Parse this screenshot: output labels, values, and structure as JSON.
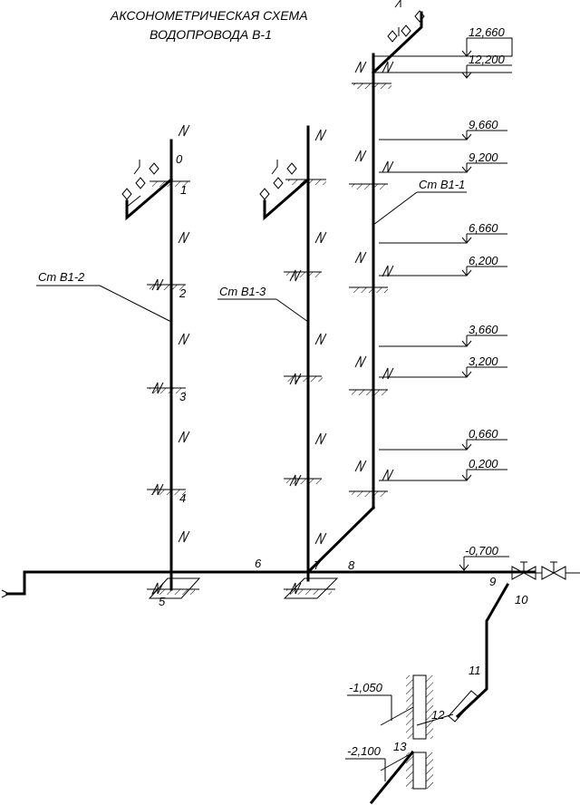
{
  "title": {
    "line1": "АКСОНОМЕТРИЧЕСКАЯ  СХЕМА",
    "line2": "ВОДОПРОВОДА  В-1"
  },
  "risers": {
    "st1": "Ст В1-1",
    "st2": "Ст В1-2",
    "st3": "Ст В1-3"
  },
  "elevations": {
    "e12660": "12,660",
    "e12200": "12,200",
    "e9660": "9,660",
    "e9200": "9,200",
    "e6660": "6,660",
    "e6200": "6,200",
    "e3660": "3,660",
    "e3200": "3,200",
    "e0660": "0,660",
    "e0200": "0,200",
    "em0700": "-0,700",
    "em1050": "-1,050",
    "em2100": "-2,100"
  },
  "points": {
    "p0": "0",
    "p1": "1",
    "p2": "2",
    "p3": "3",
    "p4": "4",
    "p5": "5",
    "p6": "6",
    "p7": "7",
    "p8": "8",
    "p9": "9",
    "p10": "10",
    "p11": "11",
    "p12": "12",
    "p13": "13"
  }
}
